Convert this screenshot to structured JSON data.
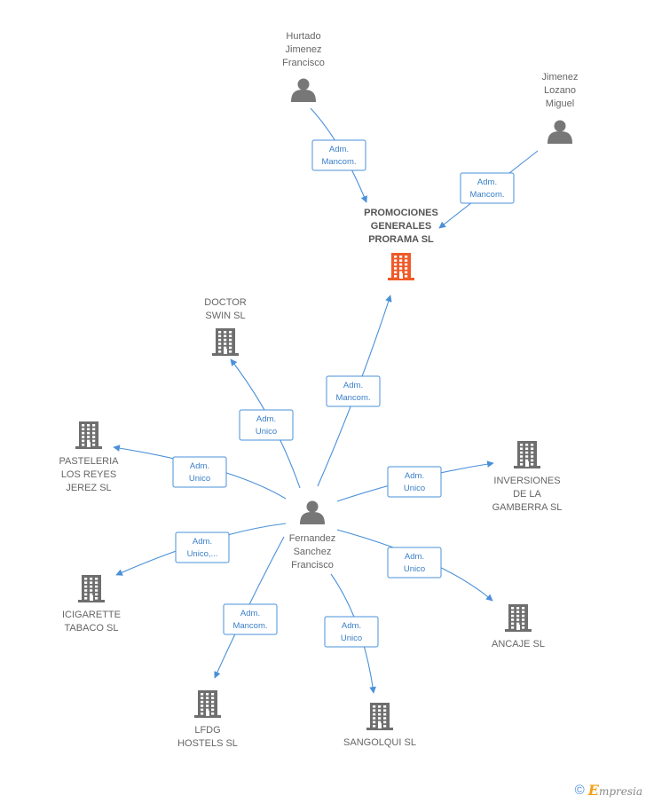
{
  "colors": {
    "edge": "#4a90d9",
    "person_icon": "#777777",
    "company_icon": "#6e6e6e",
    "main_company_icon": "#f05a28",
    "label": "#666666"
  },
  "nodes": [
    {
      "id": "hurtado",
      "kind": "person",
      "icon": "person-icon",
      "label": [
        "Hurtado",
        "Jimenez",
        "Francisco"
      ]
    },
    {
      "id": "jimenez",
      "kind": "person",
      "icon": "person-icon",
      "label": [
        "Jimenez",
        "Lozano",
        "Miguel"
      ]
    },
    {
      "id": "promociones",
      "kind": "main-company",
      "icon": "building-icon",
      "label": [
        "PROMOCIONES",
        "GENERALES",
        "PRORAMA SL"
      ]
    },
    {
      "id": "doctor",
      "kind": "company",
      "icon": "building-icon",
      "label": [
        "DOCTOR",
        "SWIN SL"
      ]
    },
    {
      "id": "pasteleria",
      "kind": "company",
      "icon": "building-icon",
      "label": [
        "PASTELERIA",
        "LOS REYES",
        "JEREZ SL"
      ]
    },
    {
      "id": "fernandez",
      "kind": "person",
      "icon": "person-icon",
      "label": [
        "Fernandez",
        "Sanchez",
        "Francisco"
      ]
    },
    {
      "id": "inversiones",
      "kind": "company",
      "icon": "building-icon",
      "label": [
        "INVERSIONES",
        "DE LA",
        "GAMBERRA SL"
      ]
    },
    {
      "id": "icigarette",
      "kind": "company",
      "icon": "building-icon",
      "label": [
        "ICIGARETTE",
        "TABACO SL"
      ]
    },
    {
      "id": "ancaje",
      "kind": "company",
      "icon": "building-icon",
      "label": [
        "ANCAJE SL"
      ]
    },
    {
      "id": "lfdg",
      "kind": "company",
      "icon": "building-icon",
      "label": [
        "LFDG",
        "HOSTELS  SL"
      ]
    },
    {
      "id": "sangolqui",
      "kind": "company",
      "icon": "building-icon",
      "label": [
        "SANGOLQUI SL"
      ]
    }
  ],
  "edges": [
    {
      "from": "hurtado",
      "to": "promociones",
      "label": [
        "Adm.",
        "Mancom."
      ]
    },
    {
      "from": "jimenez",
      "to": "promociones",
      "label": [
        "Adm.",
        "Mancom."
      ]
    },
    {
      "from": "fernandez",
      "to": "promociones",
      "label": [
        "Adm.",
        "Mancom."
      ]
    },
    {
      "from": "fernandez",
      "to": "doctor",
      "label": [
        "Adm.",
        "Unico"
      ]
    },
    {
      "from": "fernandez",
      "to": "pasteleria",
      "label": [
        "Adm.",
        "Unico"
      ]
    },
    {
      "from": "fernandez",
      "to": "inversiones",
      "label": [
        "Adm.",
        "Unico"
      ]
    },
    {
      "from": "fernandez",
      "to": "icigarette",
      "label": [
        "Adm.",
        "Unico,..."
      ]
    },
    {
      "from": "fernandez",
      "to": "ancaje",
      "label": [
        "Adm.",
        "Unico"
      ]
    },
    {
      "from": "fernandez",
      "to": "lfdg",
      "label": [
        "Adm.",
        "Mancom."
      ]
    },
    {
      "from": "fernandez",
      "to": "sangolqui",
      "label": [
        "Adm.",
        "Unico"
      ]
    }
  ],
  "footer": {
    "copyright": "©",
    "brand_initial": "E",
    "brand_rest": "mpresia"
  }
}
